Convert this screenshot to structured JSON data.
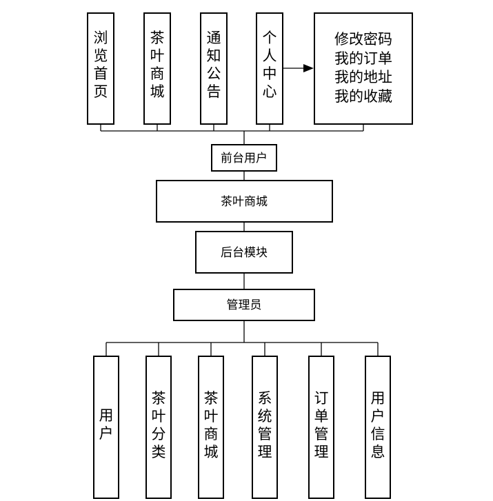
{
  "frontend": {
    "modules": [
      "浏览首页",
      "茶叶商城",
      "通知公告",
      "个人中心"
    ],
    "personal_center_items": [
      "修改密码",
      "我的订单",
      "我的地址",
      "我的收藏"
    ],
    "root_label": "前台用户"
  },
  "system_label": "茶叶商城",
  "backend_label": "后台模块",
  "admin_label": "管理员",
  "admin_modules": [
    "用户",
    "茶叶分类",
    "茶叶商城",
    "系统管理",
    "订单管理",
    "用户信息"
  ]
}
